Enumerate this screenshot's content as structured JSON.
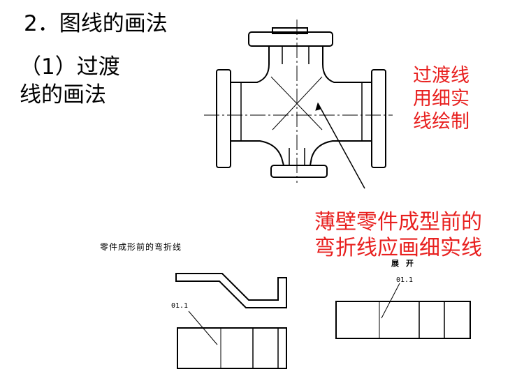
{
  "heading": "2．图线的画法",
  "subheading": {
    "line1": "（1）过渡",
    "line2": "线的画法"
  },
  "note_transition": {
    "line1": "过渡线",
    "line2": "用细实",
    "line3": "线绘制"
  },
  "note_bend": {
    "line1": "薄壁零件成型前的",
    "line2": "弯折线应画细实线"
  },
  "figure_left": {
    "caption": "零件成形前的弯折线",
    "label": "01.1"
  },
  "figure_right": {
    "caption": "展 开",
    "label": "01.1"
  },
  "colors": {
    "text": "#000000",
    "note": "#e8201f"
  }
}
